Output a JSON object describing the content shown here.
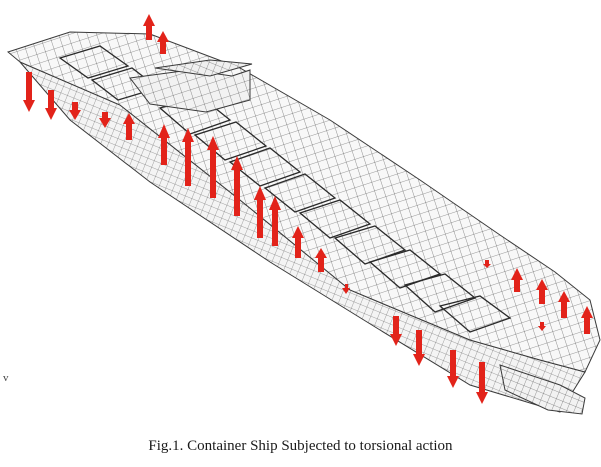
{
  "figure": {
    "caption": "Fig.1. Container Ship Subjected to torsional action",
    "edge_mark": "v",
    "colors": {
      "mesh": "#3a3a3a",
      "hull_fill": "#f4f4f4",
      "arrow": "#e2231a",
      "background": "#ffffff"
    },
    "arrows": {
      "up_count": 15,
      "down_count": 11
    }
  }
}
